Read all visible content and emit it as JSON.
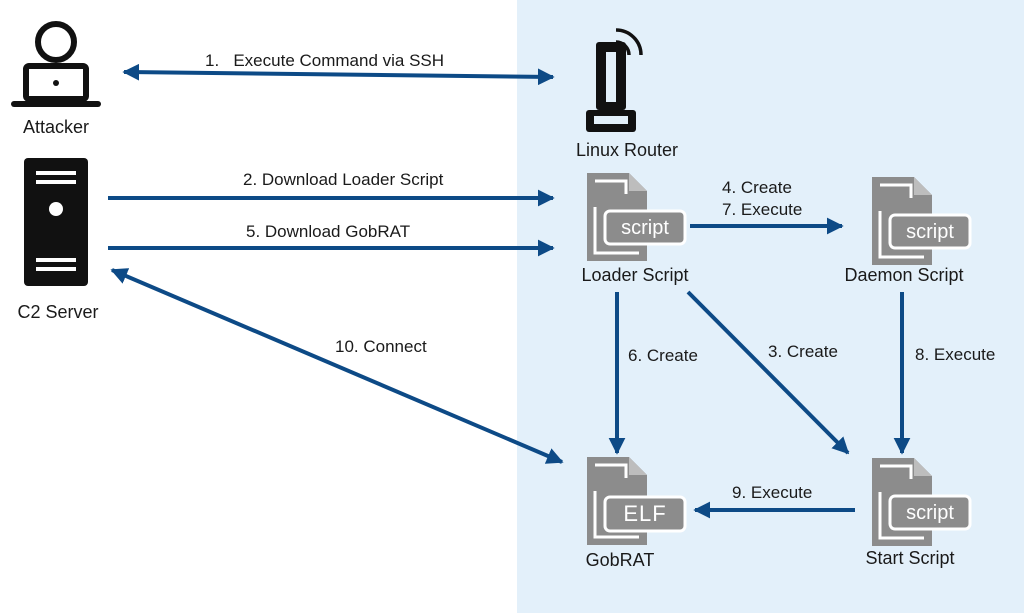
{
  "colors": {
    "arrow": "#0d4a86",
    "icon": "#111111",
    "doc": "#8c8c8c",
    "doc_fold": "#bdbdbd",
    "router_zone": "#e3f0fa"
  },
  "nodes": {
    "attacker": {
      "label": "Attacker",
      "icon": "attacker-laptop-icon"
    },
    "c2_server": {
      "label": "C2 Server",
      "icon": "server-icon"
    },
    "linux_router": {
      "label": "Linux Router",
      "icon": "router-icon"
    },
    "loader_script": {
      "label": "Loader Script",
      "badge": "script",
      "icon": "script-document-icon"
    },
    "daemon_script": {
      "label": "Daemon Script",
      "badge": "script",
      "icon": "script-document-icon"
    },
    "start_script": {
      "label": "Start Script",
      "badge": "script",
      "icon": "script-document-icon"
    },
    "gobrat": {
      "label": "GobRAT",
      "badge": "ELF",
      "icon": "elf-document-icon"
    }
  },
  "edges": {
    "e1": "1.   Execute Command via SSH",
    "e2": "2. Download Loader Script",
    "e3": "3. Create",
    "e4": "4. Create",
    "e5": "5. Download GobRAT",
    "e6": "6. Create",
    "e7": "7. Execute",
    "e8": "8. Execute",
    "e9": "9. Execute",
    "e10": "10. Connect"
  }
}
